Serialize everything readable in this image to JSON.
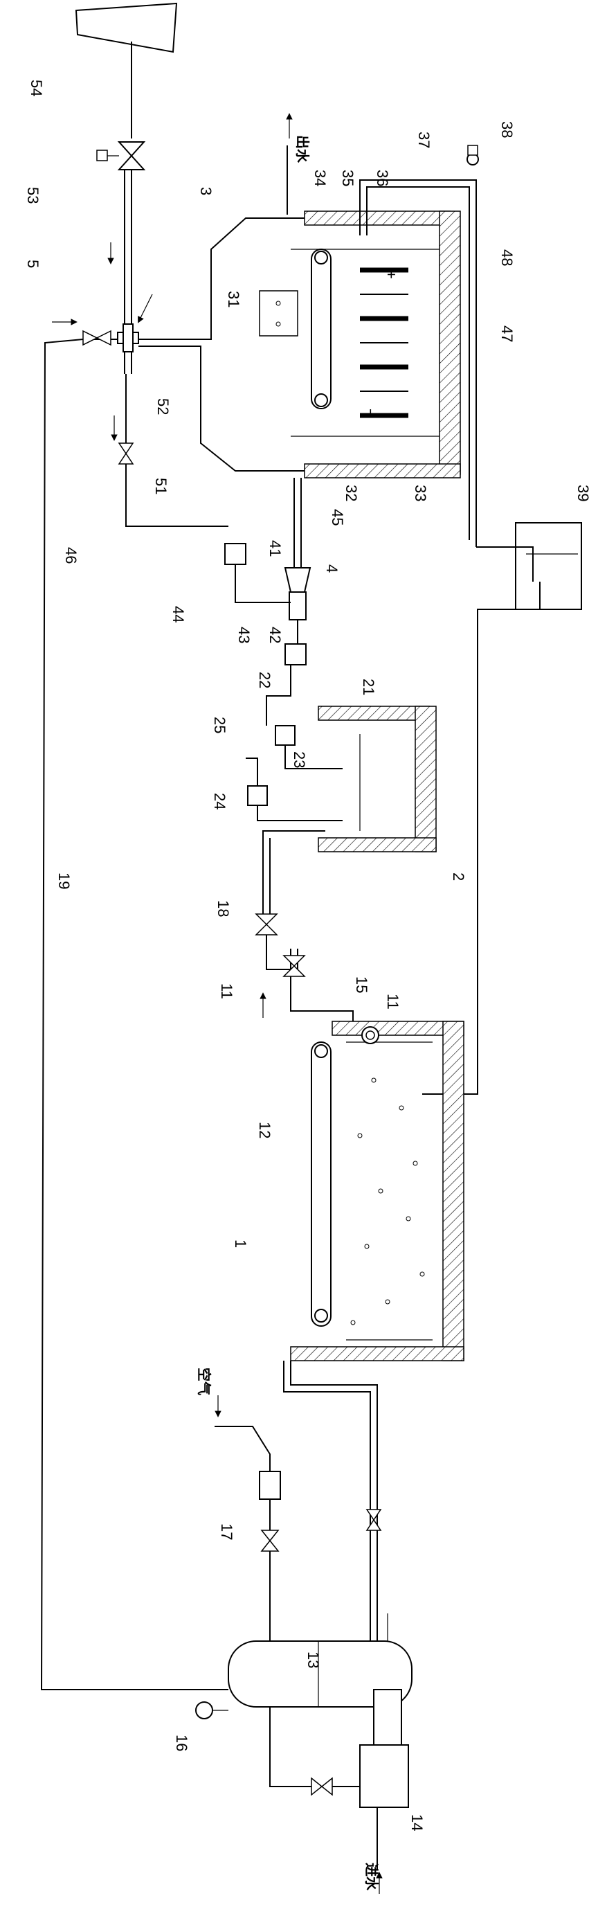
{
  "figure": {
    "text_labels": {
      "outlet_water": "出水",
      "inlet_water": "进水",
      "air": "空气"
    },
    "reference_numerals": [
      {
        "id": "n54",
        "text": "54"
      },
      {
        "id": "n53",
        "text": "53"
      },
      {
        "id": "n5",
        "text": "5"
      },
      {
        "id": "n52",
        "text": "52"
      },
      {
        "id": "n51",
        "text": "51"
      },
      {
        "id": "n3",
        "text": "3"
      },
      {
        "id": "n34",
        "text": "34"
      },
      {
        "id": "n35",
        "text": "35"
      },
      {
        "id": "n36",
        "text": "36"
      },
      {
        "id": "n37",
        "text": "37"
      },
      {
        "id": "n38",
        "text": "38"
      },
      {
        "id": "n31",
        "text": "31"
      },
      {
        "id": "n48",
        "text": "48"
      },
      {
        "id": "n47",
        "text": "47"
      },
      {
        "id": "n32",
        "text": "32"
      },
      {
        "id": "n33",
        "text": "33"
      },
      {
        "id": "n39",
        "text": "39"
      },
      {
        "id": "n46",
        "text": "46"
      },
      {
        "id": "n45",
        "text": "45"
      },
      {
        "id": "n41",
        "text": "41"
      },
      {
        "id": "n4",
        "text": "4"
      },
      {
        "id": "n44",
        "text": "44"
      },
      {
        "id": "n43",
        "text": "43"
      },
      {
        "id": "n42",
        "text": "42"
      },
      {
        "id": "n22",
        "text": "22"
      },
      {
        "id": "n21",
        "text": "21"
      },
      {
        "id": "n25",
        "text": "25"
      },
      {
        "id": "n23",
        "text": "23"
      },
      {
        "id": "n24",
        "text": "24"
      },
      {
        "id": "n2",
        "text": "2"
      },
      {
        "id": "n19",
        "text": "19"
      },
      {
        "id": "n18",
        "text": "18"
      },
      {
        "id": "n11a",
        "text": "11"
      },
      {
        "id": "n15",
        "text": "15"
      },
      {
        "id": "n11b",
        "text": "11"
      },
      {
        "id": "n12",
        "text": "12"
      },
      {
        "id": "n1",
        "text": "1"
      },
      {
        "id": "n17",
        "text": "17"
      },
      {
        "id": "n13",
        "text": "13"
      },
      {
        "id": "n16",
        "text": "16"
      },
      {
        "id": "n14",
        "text": "14"
      }
    ],
    "electrode_signs": {
      "plus": "+",
      "minus": "−"
    }
  }
}
